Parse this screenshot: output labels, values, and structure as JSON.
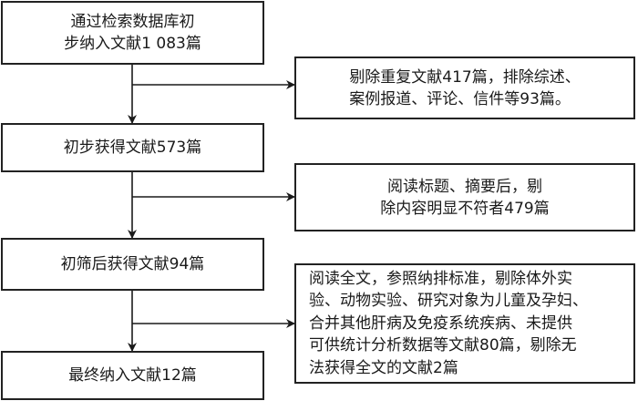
{
  "flowchart": {
    "main_steps": [
      {
        "id": "step1",
        "lines": [
          "通过检索数据库初",
          "步纳入文献1 083篇"
        ]
      },
      {
        "id": "step2",
        "lines": [
          "初步获得文献573篇"
        ]
      },
      {
        "id": "step3",
        "lines": [
          "初筛后获得文献94篇"
        ]
      },
      {
        "id": "step4",
        "lines": [
          "最终纳入文献12篇"
        ]
      }
    ],
    "exclusions": [
      {
        "id": "excl1",
        "lines": [
          "剔除重复文献417篇，排除综述、",
          "案例报道、评论、信件等93篇。"
        ]
      },
      {
        "id": "excl2",
        "lines": [
          "阅读标题、摘要后，剔",
          "除内容明显不符者479篇"
        ]
      },
      {
        "id": "excl3",
        "lines": [
          "阅读全文，参照纳排标准，剔除体外实",
          "验、动物实验、研究对象为儿童及孕妇、",
          "合并其他肝病及免疫系统疾病、未提供",
          "可供统计分析数据等文献80篇，剔除无",
          "法获得全文的文献2篇"
        ]
      }
    ]
  }
}
